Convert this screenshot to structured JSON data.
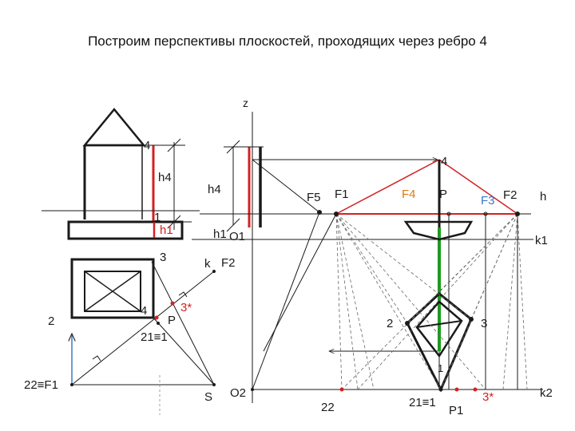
{
  "title": "Построим перспективы плоскостей, проходящих через ребро 4",
  "colors": {
    "line": "#1a1a1a",
    "thin": "#555555",
    "red": "#d22222",
    "orange": "#e07a10",
    "green": "#1e9a1e",
    "blue": "#3a78c8"
  },
  "labels": {
    "z": "z",
    "n4_top_left": "4",
    "h4_left": "h4",
    "n1_left": "1",
    "h1_left": "h1",
    "h4_mid": "h4",
    "h1_mid": "h1",
    "o1": "O1",
    "n3_left": "3",
    "k": "k",
    "f2_left": "F2",
    "n2_left": "2",
    "n4_plan": "4",
    "n3star_left": "3*",
    "p_left": "P",
    "n21_left": "21≡1",
    "n22_f1": "22≡F1",
    "s": "S",
    "o2": "O2",
    "n4_right": "4",
    "f5": "F5",
    "f1": "F1",
    "f4": "F4",
    "p_right": "P",
    "f3": "F3",
    "f2_right": "F2",
    "h": "h",
    "k1": "k1",
    "n2_right": "2",
    "n3_right": "3",
    "n1_right": "1",
    "n22_bottom": "22",
    "n21_bottom": "21≡1",
    "p1": "P1",
    "n3star_bottom": "3*",
    "k2": "k2"
  }
}
